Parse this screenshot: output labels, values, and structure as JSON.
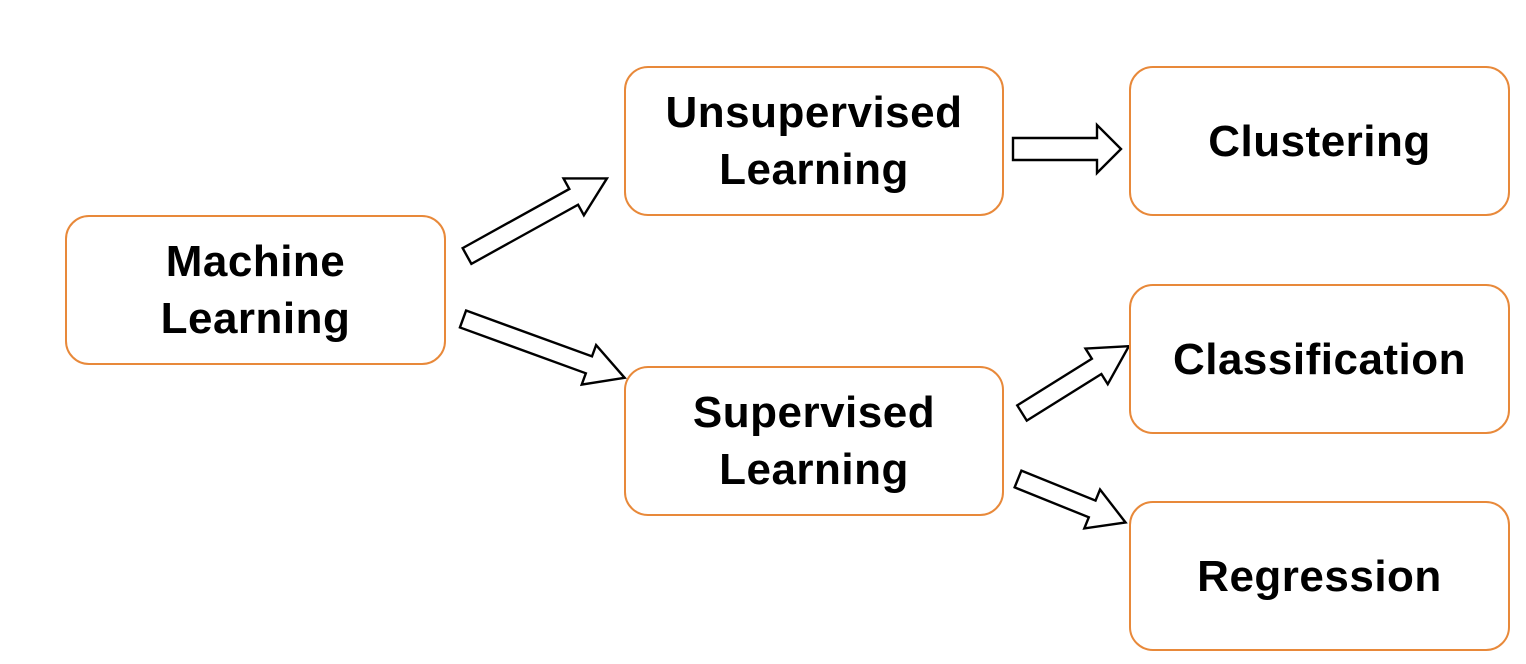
{
  "diagram": {
    "nodes": {
      "machine_learning": {
        "line1": "Machine",
        "line2": "Learning"
      },
      "unsupervised_learning": {
        "line1": "Unsupervised",
        "line2": "Learning"
      },
      "supervised_learning": {
        "line1": "Supervised",
        "line2": "Learning"
      },
      "clustering": {
        "label": "Clustering"
      },
      "classification": {
        "label": "Classification"
      },
      "regression": {
        "label": "Regression"
      }
    },
    "edges": [
      {
        "from": "machine_learning",
        "to": "unsupervised_learning"
      },
      {
        "from": "machine_learning",
        "to": "supervised_learning"
      },
      {
        "from": "unsupervised_learning",
        "to": "clustering"
      },
      {
        "from": "supervised_learning",
        "to": "classification"
      },
      {
        "from": "supervised_learning",
        "to": "regression"
      }
    ],
    "colors": {
      "node_border": "#e8893a",
      "arrow_stroke": "#000000",
      "arrow_fill": "#ffffff",
      "text": "#000000"
    }
  }
}
